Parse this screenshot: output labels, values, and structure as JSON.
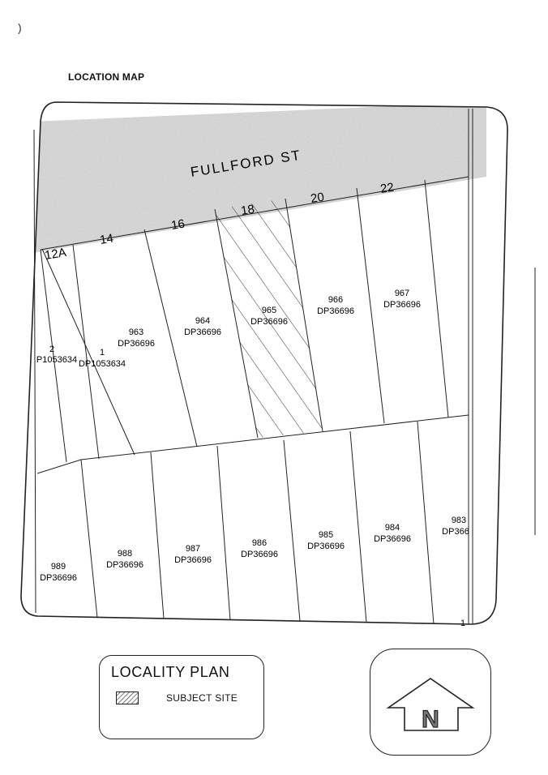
{
  "page": {
    "heading": "LOCATION MAP",
    "corner_mark": ")"
  },
  "map": {
    "street_name": "FULLFORD ST",
    "street_numbers": [
      "12A",
      "14",
      "16",
      "18",
      "20",
      "22"
    ],
    "north_lots": [
      {
        "lot": "2",
        "plan": "P1053634"
      },
      {
        "lot": "1",
        "plan": "DP1053634"
      },
      {
        "lot": "963",
        "plan": "DP36696"
      },
      {
        "lot": "964",
        "plan": "DP36696"
      },
      {
        "lot": "965",
        "plan": "DP36696"
      },
      {
        "lot": "966",
        "plan": "DP36696"
      },
      {
        "lot": "967",
        "plan": "DP36696"
      }
    ],
    "south_lots": [
      {
        "lot": "989",
        "plan": "DP36696"
      },
      {
        "lot": "988",
        "plan": "DP36696"
      },
      {
        "lot": "987",
        "plan": "DP36696"
      },
      {
        "lot": "986",
        "plan": "DP36696"
      },
      {
        "lot": "985",
        "plan": "DP36696"
      },
      {
        "lot": "984",
        "plan": "DP36696"
      },
      {
        "lot": "983",
        "plan": "DP366"
      }
    ],
    "edge_mark": "1",
    "subject_site_lot": "965",
    "colors": {
      "street_fill": "#d9d9d9",
      "lines": "#222222",
      "hatch": "#333333",
      "north_letter": "#777777"
    }
  },
  "legend": {
    "title": "LOCALITY PLAN",
    "subject_site_label": "SUBJECT SITE"
  },
  "north_arrow": {
    "letter": "N"
  }
}
